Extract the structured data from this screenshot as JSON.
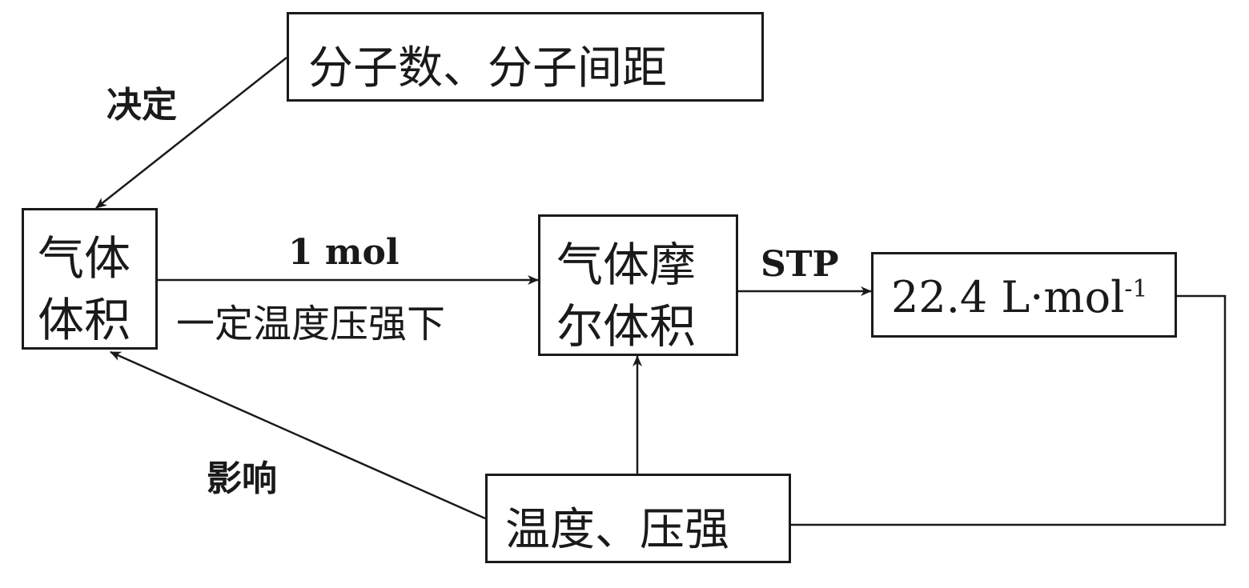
{
  "nodes": {
    "molecule_factors": "分子数、分子间距",
    "gas_volume_line1": "气体",
    "gas_volume_line2": "体积",
    "molar_volume_line1": "气体摩",
    "molar_volume_line2": "尔体积",
    "stp_value_main": "22.4 L·mol",
    "stp_value_exponent": "-1",
    "conditions": "温度、压强"
  },
  "edges": {
    "determine": "决定",
    "one_mol": "1 mol",
    "fixed_conditions": "一定温度压强下",
    "stp": "STP",
    "influence": "影响"
  },
  "colors": {
    "ink": "#1a1a1a",
    "background": "#ffffff"
  }
}
